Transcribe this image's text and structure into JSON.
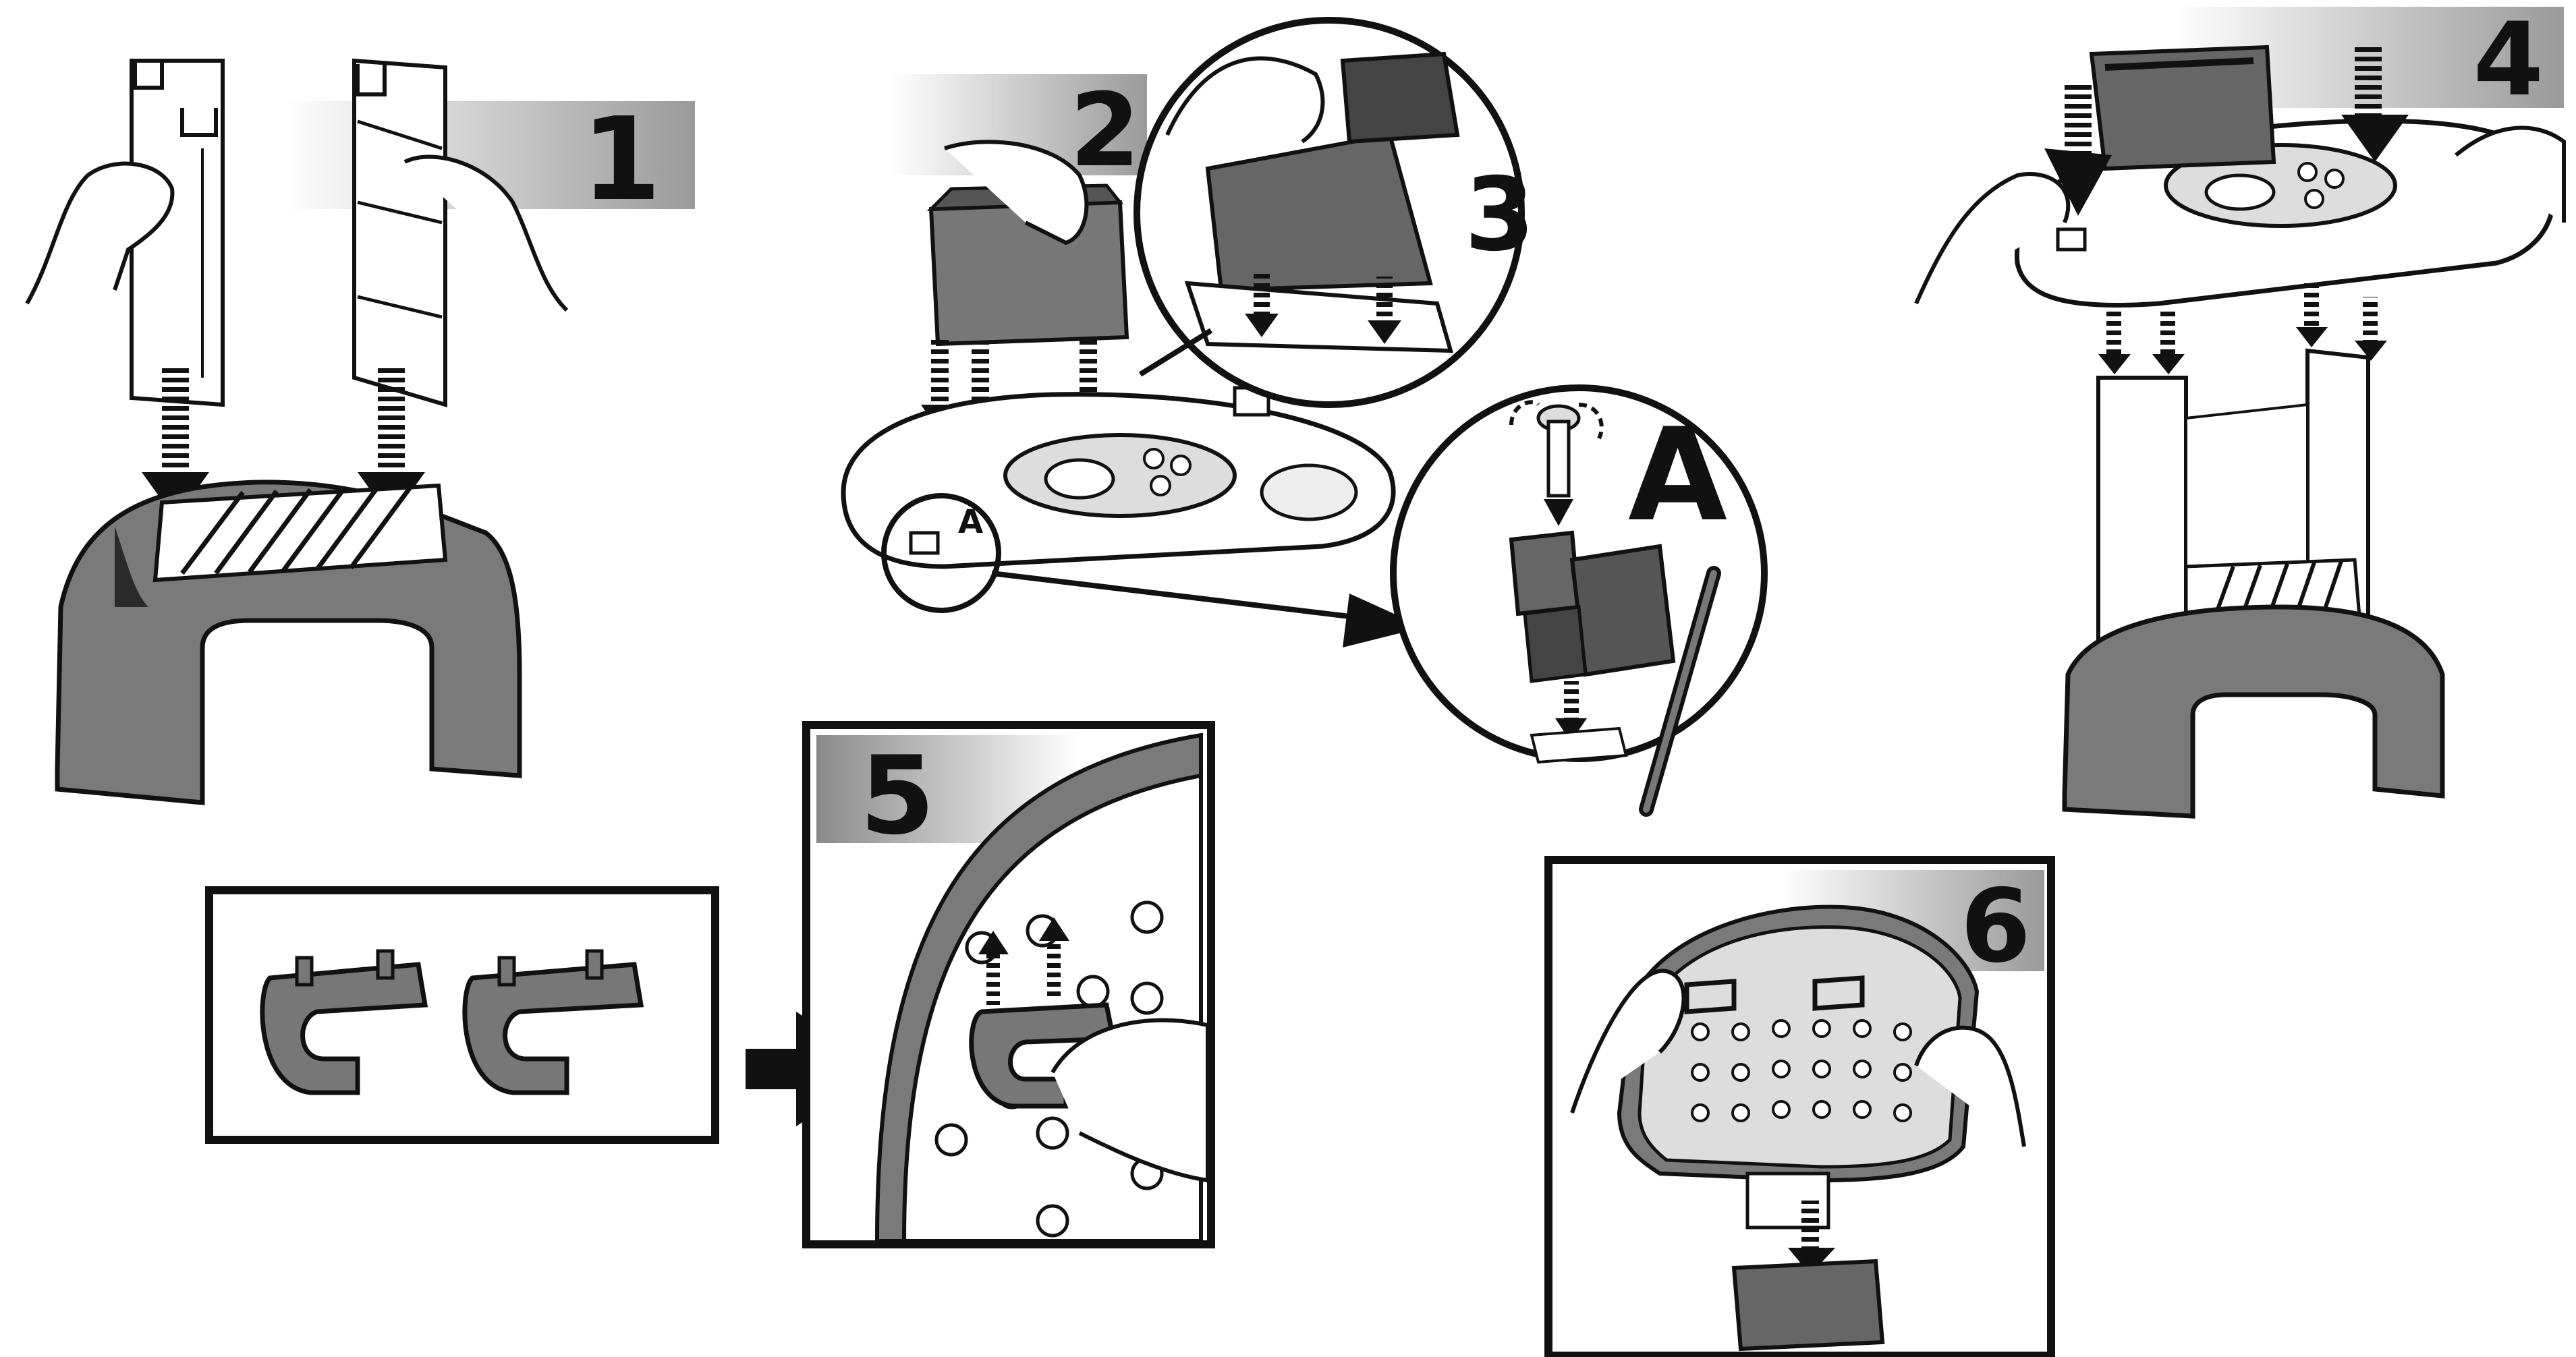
{
  "steps": {
    "s1": "1",
    "s2": "2",
    "s3": "3",
    "s4": "4",
    "s5": "5",
    "s6": "6",
    "detail_a": "A",
    "marker_a": "A"
  },
  "colors": {
    "ink": "#111111",
    "dark_gray": "#555555",
    "mid_gray": "#7a7a7a",
    "light_gray": "#c8c8c8",
    "white": "#ffffff"
  }
}
